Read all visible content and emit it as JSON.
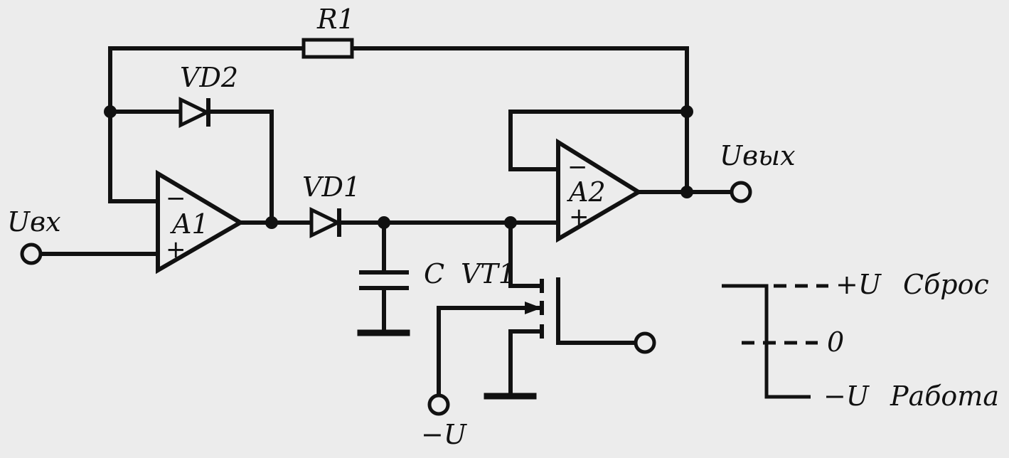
{
  "components": {
    "r1": "R1",
    "vd1": "VD1",
    "vd2": "VD2",
    "a1": "A1",
    "a2": "A2",
    "c": "C",
    "vt1": "VT1"
  },
  "signals": {
    "u_in": "Uвх",
    "u_out": "Uвых",
    "minus_u": "−U"
  },
  "opamp_signs": {
    "minus": "−",
    "plus": "+"
  },
  "control_legend": {
    "reset_level": "+U",
    "reset_label": "Сброс",
    "zero_level": "0",
    "work_level": "−U",
    "work_label": "Работа"
  }
}
